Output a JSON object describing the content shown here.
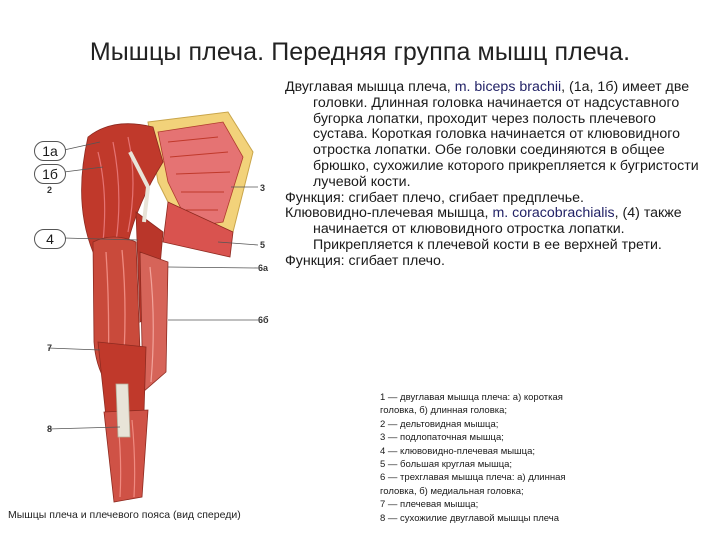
{
  "slide": {
    "title": "Мышцы плеча. Передняя группа мышц плеча.",
    "figure": {
      "caption": "Мышцы плеча и плечевого пояса (вид спереди)",
      "callouts": [
        "1а",
        "1б",
        "4"
      ],
      "numbers": [
        "2",
        "3",
        "5",
        "6а",
        "6б",
        "7",
        "8"
      ],
      "colors": {
        "muscle": "#c0392b",
        "muscle_light": "#e57373",
        "tendon": "#e8e4d8",
        "bone": "#f2d27a"
      }
    },
    "description": {
      "para1_pre": "Двуглавая мышца плеча, ",
      "para1_latin": "m. biceps brachii",
      "para1_post": ", (1а, 1б) имеет две головки. Длинная головка начинается от надсуставного бугорка лопатки, проходит через полость плечевого сустава. Короткая головка начинается от клювовидного отростка лопатки. Обе головки соединяются в общее брюшко, сухожилие которого прикрепляется к бугристости лучевой кости.",
      "para2": "Функция: сгибает плечо, сгибает предплечье.",
      "para3_pre": "Клювовидно-плечевая мышца, ",
      "para3_latin": "m. coracobrachialis",
      "para3_post": ", (4) также начинается от клювовидного отростка лопатки. Прикрепляется к плечевой кости в ее верхней трети.",
      "para4": "Функция: сгибает плечо."
    },
    "legend": [
      "1 — двуглавая мышца плеча: а) короткая",
      "головка, б) длинная головка;",
      "2 — дельтовидная мышца;",
      "3 — подлопаточная мышца;",
      "4 — клювовидно-плечевая мышца;",
      "5 — большая круглая мышца;",
      "6 — трехглавая мышца плеча: а) длинная",
      "головка, б) медиальная головка;",
      "7 — плечевая мышца;",
      "8 — сухожилие двуглавой мышцы плеча"
    ]
  }
}
